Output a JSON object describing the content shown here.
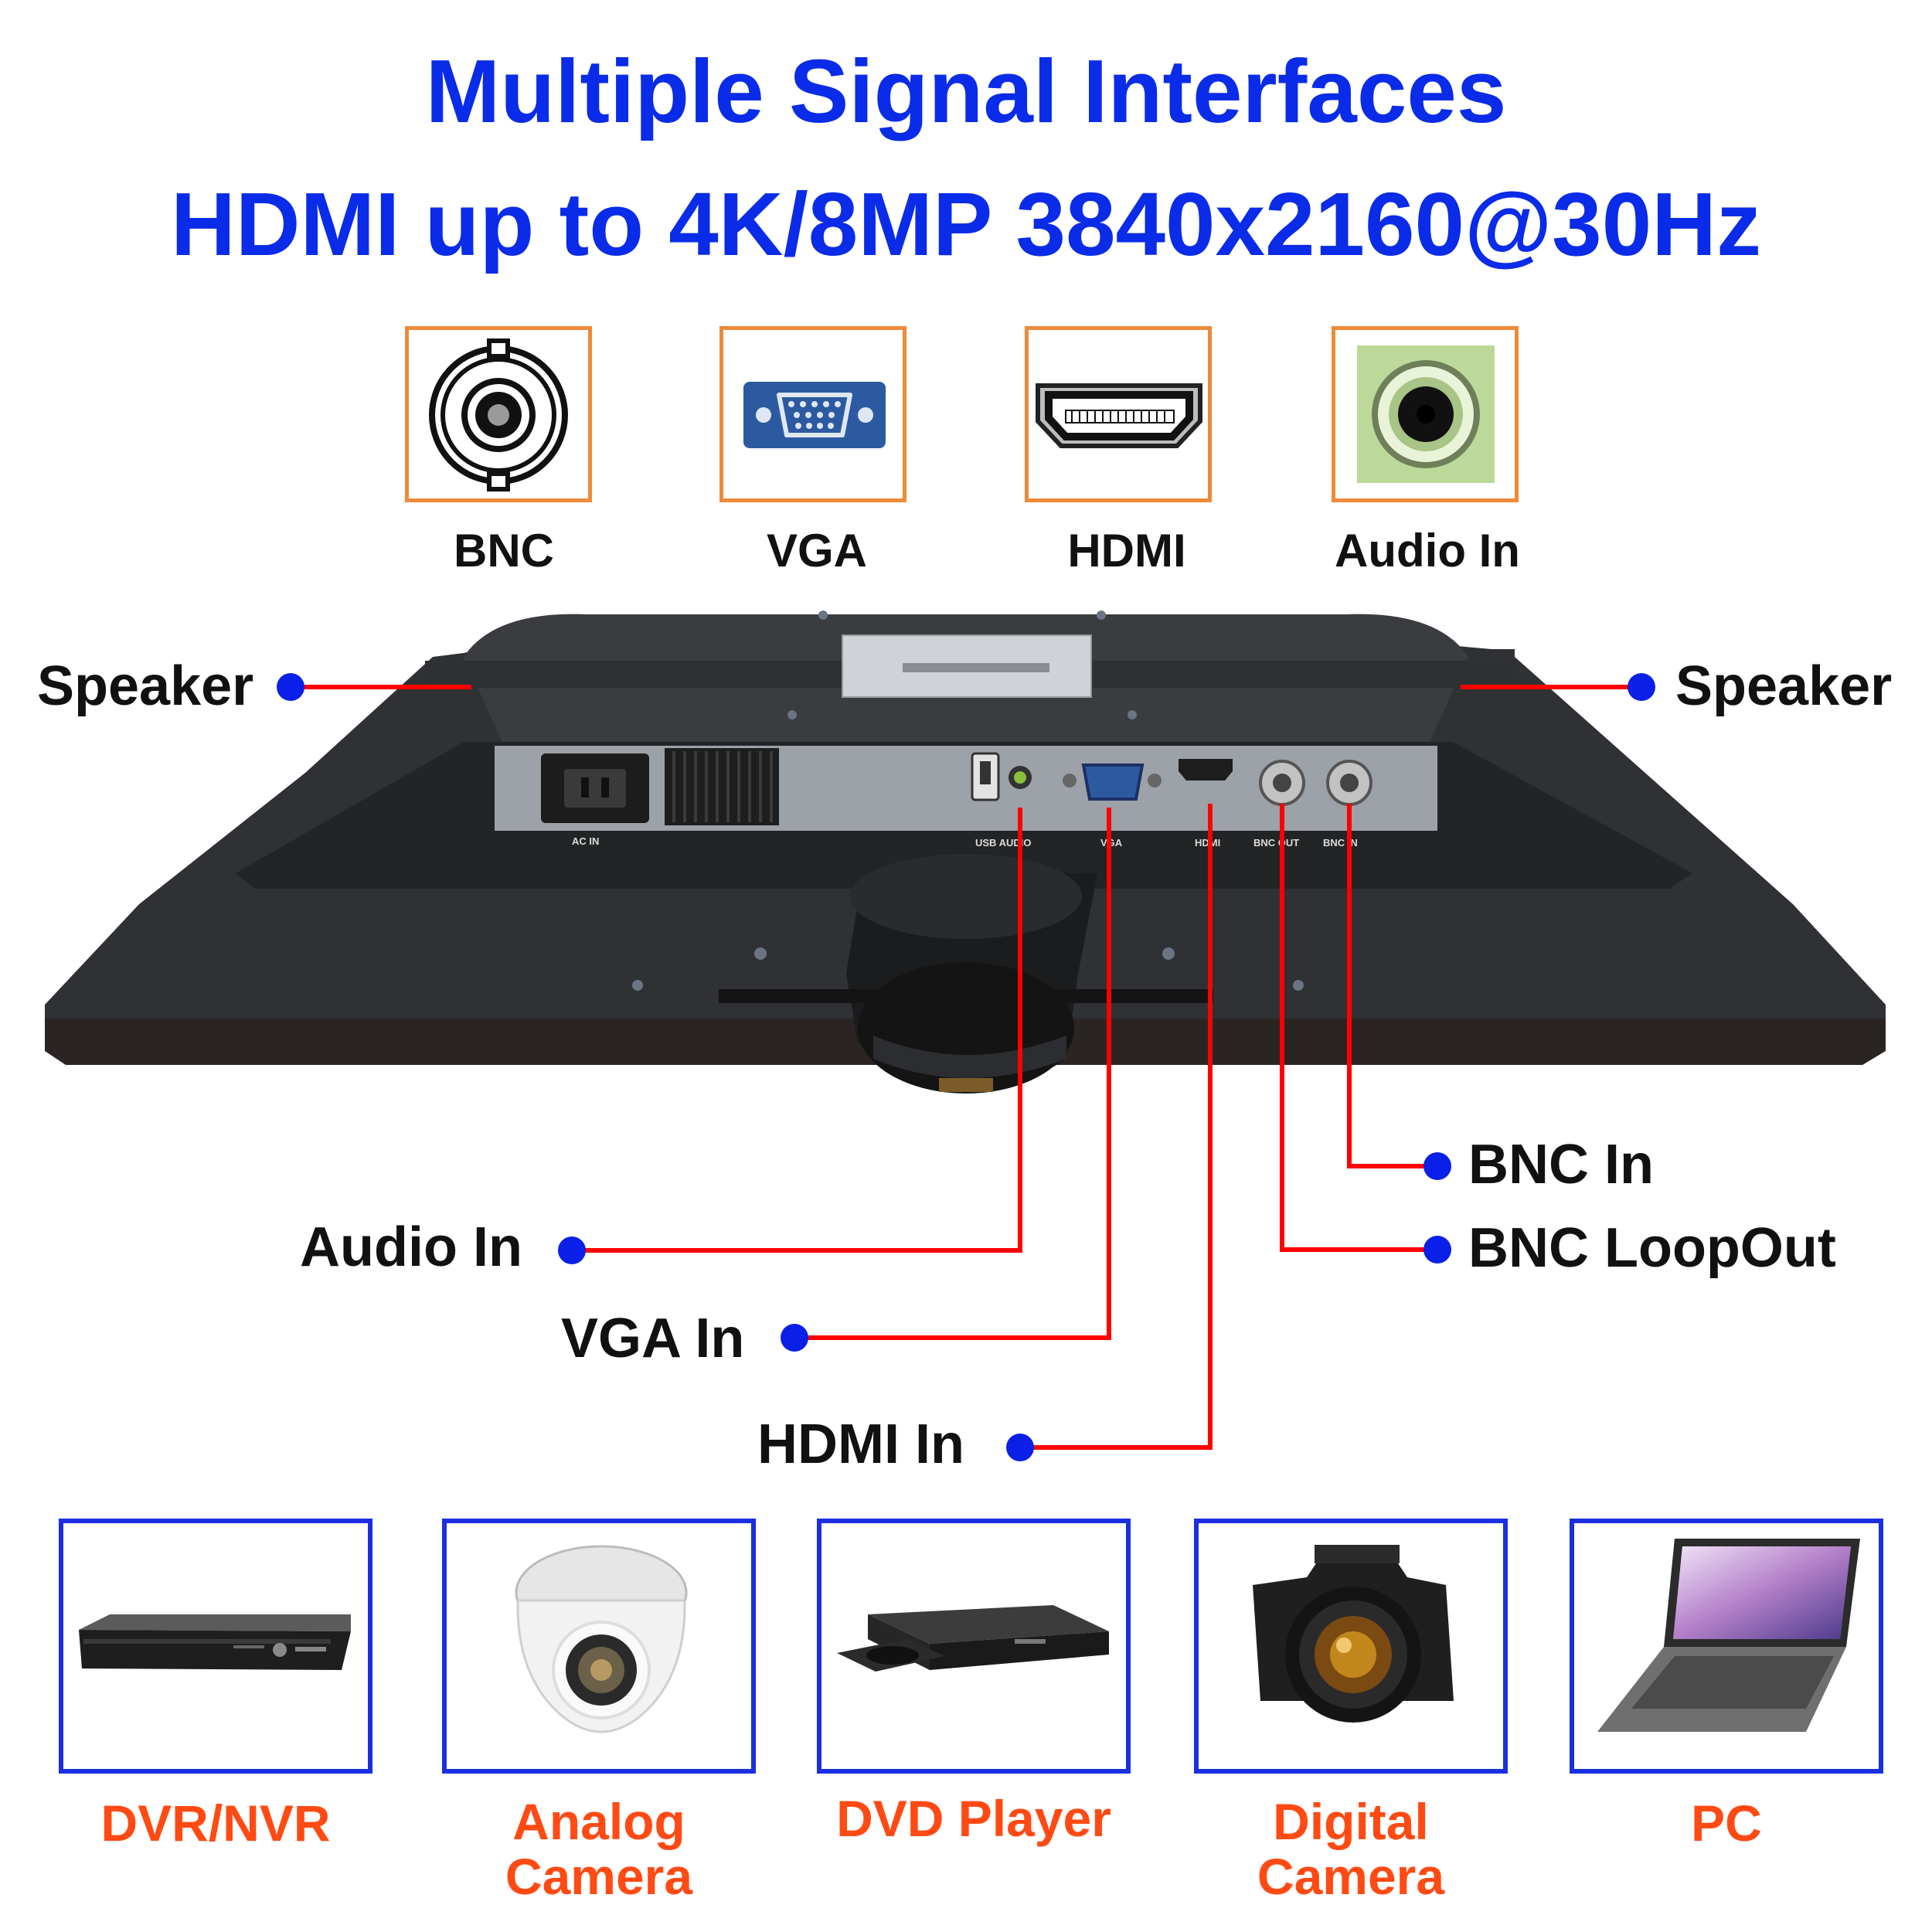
{
  "header": {
    "title_line1": "Multiple Signal Interfaces",
    "title_line2": "HDMI up to 4K/8MP 3840x2160@30Hz"
  },
  "ports": [
    {
      "label": "BNC",
      "icon": "bnc-connector-icon"
    },
    {
      "label": "VGA",
      "icon": "vga-connector-icon"
    },
    {
      "label": "HDMI",
      "icon": "hdmi-connector-icon"
    },
    {
      "label": "Audio In",
      "icon": "audio-jack-icon"
    }
  ],
  "monitor_panel_labels": {
    "ac_in": "AC IN",
    "usb_audio": "USB AUDIO",
    "vga": "VGA",
    "hdmi": "HDMI",
    "bnc_out": "BNC OUT",
    "bnc_in": "BNC IN"
  },
  "callouts": {
    "speaker_left": "Speaker",
    "speaker_right": "Speaker",
    "audio_in": "Audio In",
    "vga_in": "VGA In",
    "hdmi_in": "HDMI In",
    "bnc_in": "BNC In",
    "bnc_loopout": "BNC LoopOut"
  },
  "sources": [
    {
      "label": "DVR/NVR",
      "icon": "dvr-recorder-icon"
    },
    {
      "label": "Analog\nCamera",
      "icon": "dome-camera-icon"
    },
    {
      "label": "DVD Player",
      "icon": "dvd-player-icon"
    },
    {
      "label": "Digital\nCamera",
      "icon": "digital-camera-icon"
    },
    {
      "label": "PC",
      "icon": "laptop-icon"
    }
  ],
  "colors": {
    "title_blue": "#0a2be8",
    "port_border_orange": "#ee8a3a",
    "callout_red": "#ff0000",
    "callout_dot_blue": "#0a1fe8",
    "source_border_blue": "#1a2fe0",
    "source_label_orange": "#ff4a14"
  }
}
